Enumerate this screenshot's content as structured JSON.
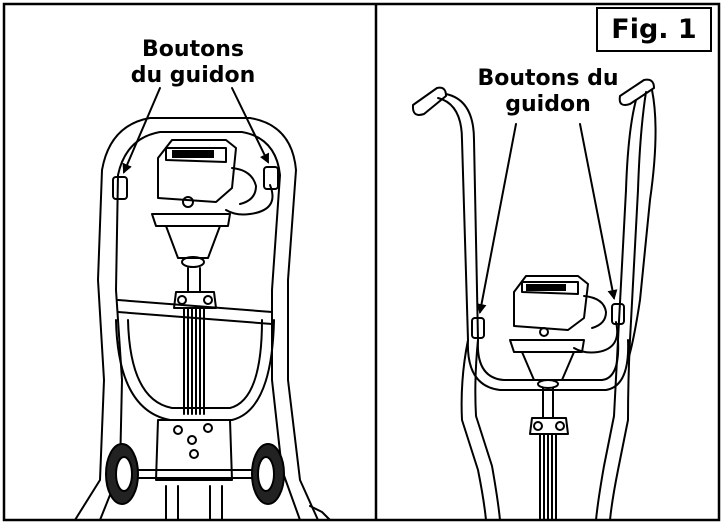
{
  "figure_label": "Fig. 1",
  "panels": [
    {
      "id": "left",
      "label_lines": [
        "Boutons",
        "du guidon"
      ]
    },
    {
      "id": "right",
      "label_lines": [
        "Boutons du",
        "guidon"
      ]
    }
  ],
  "colors": {
    "ink": "#000000",
    "background": "#ffffff",
    "tire": "#222222"
  }
}
